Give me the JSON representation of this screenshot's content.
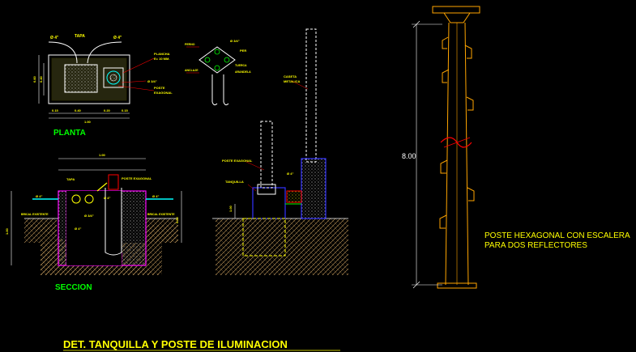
{
  "drawing_title": "DET. TANQUILLA Y POSTE DE ILUMINACION",
  "colors": {
    "background": "#000000",
    "accent_yellow": "#ffff00",
    "magenta": "#ff00ff",
    "cyan": "#00ffff",
    "green": "#00ff00",
    "red": "#ff0000",
    "pole_orange": "#ffa500",
    "white": "#ffffff",
    "blue": "#3333ff"
  },
  "plan": {
    "title": "PLANTA",
    "labels": {
      "tapa": "TAPA",
      "diam_left": "Ø 4\"",
      "diam_right": "Ø 4\"",
      "plancha": "PLANCHA",
      "plancha_spec": "E= 10 MM.",
      "diam_center": "Ø 3/4\"",
      "poste": "POSTE",
      "hexagonal": "EXAGONAL"
    },
    "dims": {
      "width": "1.00",
      "height": "0.60",
      "height_inner": "0.40",
      "inner_left": "0.40",
      "inner_right": "0.20",
      "edge_left": "0.15",
      "edge_right": "0.15"
    }
  },
  "anchor_detail": {
    "labels": {
      "top": "Ø 3/4\"",
      "side_right": "PER",
      "left_1": "PERNO",
      "left_2": "ANCLAJE",
      "right_1": "TUERCA",
      "right_2": "ARANDELA"
    }
  },
  "section": {
    "title": "SECCION",
    "labels": {
      "tapa": "TAPA",
      "poste_exagonal": "POSTE EXAGONAL",
      "diam_1": "Ø 4\"",
      "diam_2": "Ø 4\"",
      "diam_3": "Ø 4\"",
      "diam_small": "Ø 3/4\"",
      "diam_bottom": "Ø 4\"",
      "arena_left": "BRICAL EXISTENTE",
      "arena_right": "BRICAL EXISTENTE"
    },
    "dims": {
      "top": "1.00",
      "height": "1.00",
      "depth": "0.50"
    }
  },
  "elevation": {
    "labels": {
      "poste_exagonal": "POSTE EXAGONAL",
      "tanquilla": "TANQUILLA",
      "caseta": "CASETA",
      "metalica": "METALICA",
      "diam": "Ø 4\"",
      "height_dim": "1.00"
    }
  },
  "pole": {
    "height_dim": "8.00",
    "caption_line1": "POSTE HEXAGONAL CON ESCALERA",
    "caption_line2": "PARA DOS REFLECTORES"
  }
}
